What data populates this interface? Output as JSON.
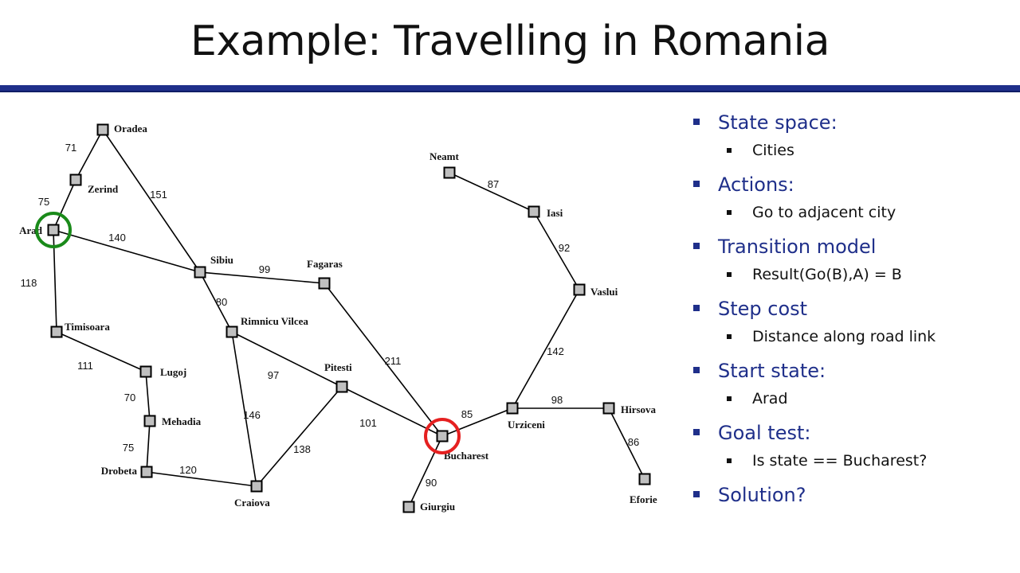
{
  "title": "Example: Travelling in Romania",
  "colors": {
    "accent_blue": "#1f2f8a",
    "start_circle": "#1a8a1a",
    "goal_circle": "#e52020",
    "node_fill": "#c0c0c0"
  },
  "graph": {
    "cities": {
      "oradea": "Oradea",
      "zerind": "Zerind",
      "arad": "Arad",
      "sibiu": "Sibiu",
      "fagaras": "Fagaras",
      "timisoara": "Timisoara",
      "rimnicu": "Rimnicu Vilcea",
      "lugoj": "Lugoj",
      "pitesti": "Pitesti",
      "mehadia": "Mehadia",
      "drobeta": "Drobeta",
      "craiova": "Craiova",
      "bucharest": "Bucharest",
      "giurgiu": "Giurgiu",
      "neamt": "Neamt",
      "iasi": "Iasi",
      "vaslui": "Vaslui",
      "urziceni": "Urziceni",
      "hirsova": "Hirsova",
      "eforie": "Eforie"
    },
    "roads": [
      {
        "from": "oradea",
        "to": "zerind",
        "km": "71"
      },
      {
        "from": "zerind",
        "to": "arad",
        "km": "75"
      },
      {
        "from": "oradea",
        "to": "sibiu",
        "km": "151"
      },
      {
        "from": "arad",
        "to": "sibiu",
        "km": "140"
      },
      {
        "from": "arad",
        "to": "timisoara",
        "km": "118"
      },
      {
        "from": "sibiu",
        "to": "fagaras",
        "km": "99"
      },
      {
        "from": "sibiu",
        "to": "rimnicu",
        "km": "80"
      },
      {
        "from": "timisoara",
        "to": "lugoj",
        "km": "111"
      },
      {
        "from": "lugoj",
        "to": "mehadia",
        "km": "70"
      },
      {
        "from": "mehadia",
        "to": "drobeta",
        "km": "75"
      },
      {
        "from": "drobeta",
        "to": "craiova",
        "km": "120"
      },
      {
        "from": "rimnicu",
        "to": "craiova",
        "km": "146"
      },
      {
        "from": "rimnicu",
        "to": "pitesti",
        "km": "97"
      },
      {
        "from": "craiova",
        "to": "pitesti",
        "km": "138"
      },
      {
        "from": "fagaras",
        "to": "bucharest",
        "km": "211"
      },
      {
        "from": "pitesti",
        "to": "bucharest",
        "km": "101"
      },
      {
        "from": "bucharest",
        "to": "giurgiu",
        "km": "90"
      },
      {
        "from": "bucharest",
        "to": "urziceni",
        "km": "85"
      },
      {
        "from": "urziceni",
        "to": "hirsova",
        "km": "98"
      },
      {
        "from": "hirsova",
        "to": "eforie",
        "km": "86"
      },
      {
        "from": "urziceni",
        "to": "vaslui",
        "km": "142"
      },
      {
        "from": "vaslui",
        "to": "iasi",
        "km": "92"
      },
      {
        "from": "iasi",
        "to": "neamt",
        "km": "87"
      }
    ],
    "start_city": "arad",
    "goal_city": "bucharest"
  },
  "bullets": [
    {
      "label": "State space:",
      "sub": "Cities"
    },
    {
      "label": "Actions:",
      "sub": "Go to adjacent city"
    },
    {
      "label": "Transition model",
      "sub": "Result(Go(B),A) = B"
    },
    {
      "label": "Step cost",
      "sub": "Distance along road link"
    },
    {
      "label": "Start state:",
      "sub": "Arad"
    },
    {
      "label": "Goal test:",
      "sub": "Is state == Bucharest?"
    },
    {
      "label": "Solution?",
      "sub": ""
    }
  ]
}
